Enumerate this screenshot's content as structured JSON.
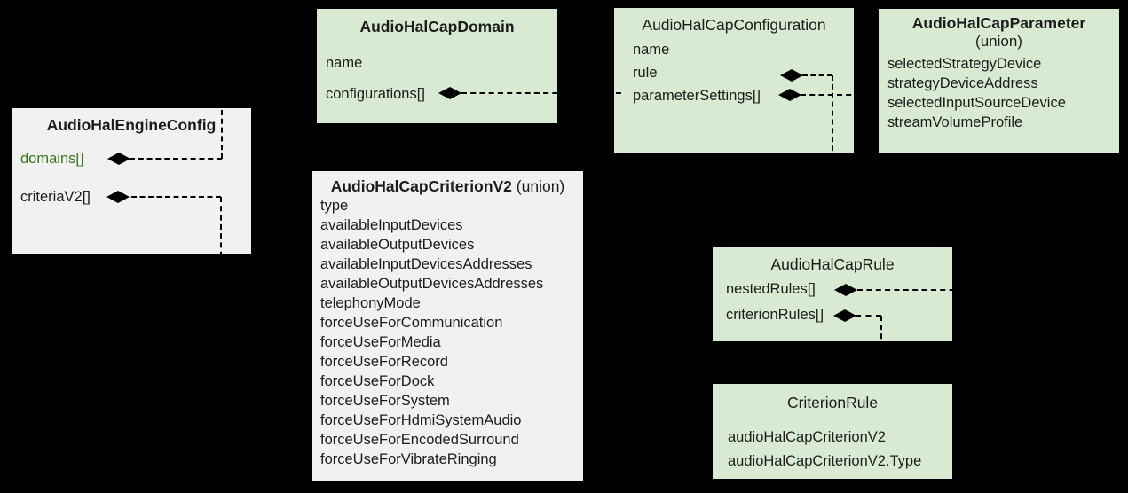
{
  "colors": {
    "background": "#000000",
    "box_green": "#d9ead3",
    "box_gray": "#f1f1f1",
    "text": "#1c1c1c",
    "accent_green": "#38761d",
    "line": "#000000"
  },
  "icons": {
    "composition_diamond": "◆"
  },
  "diagram": {
    "boxes": {
      "engine": {
        "title": "AudioHalEngineConfig",
        "fields": [
          {
            "t": "domains[]",
            "green": true,
            "diamond": true
          },
          {
            "t": "criteriaV2[]",
            "diamond": true
          }
        ]
      },
      "domain": {
        "title": "AudioHalCapDomain",
        "fields": [
          {
            "t": "name"
          },
          {
            "t": "configurations[]",
            "diamond": true
          }
        ]
      },
      "configuration": {
        "title": "AudioHalCapConfiguration",
        "fields": [
          {
            "t": "name"
          },
          {
            "t": "rule",
            "diamond": true
          },
          {
            "t": "parameterSettings[]",
            "diamond": true
          }
        ]
      },
      "parameter": {
        "title": "AudioHalCapParameter",
        "subtitle": "(union)",
        "fields": [
          {
            "t": "selectedStrategyDevice"
          },
          {
            "t": "strategyDeviceAddress"
          },
          {
            "t": "selectedInputSourceDevice"
          },
          {
            "t": "streamVolumeProfile"
          }
        ]
      },
      "criterion": {
        "title": "AudioHalCapCriterionV2",
        "title_suffix": " (union)",
        "fields": [
          {
            "t": "type"
          },
          {
            "t": "availableInputDevices"
          },
          {
            "t": "availableOutputDevices"
          },
          {
            "t": "availableInputDevicesAddresses"
          },
          {
            "t": "availableOutputDevicesAddresses"
          },
          {
            "t": "telephonyMode"
          },
          {
            "t": "forceUseForCommunication"
          },
          {
            "t": "forceUseForMedia"
          },
          {
            "t": "forceUseForRecord"
          },
          {
            "t": "forceUseForDock"
          },
          {
            "t": "forceUseForSystem"
          },
          {
            "t": "forceUseForHdmiSystemAudio"
          },
          {
            "t": "forceUseForEncodedSurround"
          },
          {
            "t": "forceUseForVibrateRinging"
          }
        ]
      },
      "rule": {
        "title": "AudioHalCapRule",
        "fields": [
          {
            "t": "nestedRules[]",
            "diamond": true
          },
          {
            "t": "criterionRules[]",
            "diamond": true
          }
        ]
      },
      "criterion_rule": {
        "title": "CriterionRule",
        "fields": [
          {
            "t": "audioHalCapCriterionV2"
          },
          {
            "t": "audioHalCapCriterionV2.Type"
          }
        ]
      }
    }
  }
}
